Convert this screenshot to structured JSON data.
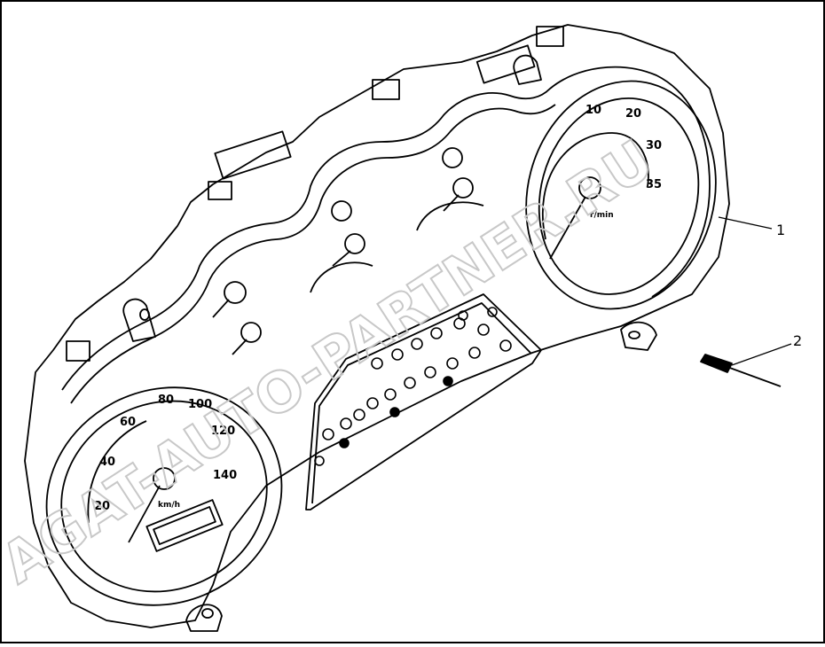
{
  "callouts": [
    {
      "label": "1"
    },
    {
      "label": "2"
    }
  ],
  "watermark": {
    "text": "AGAT-AUTO-PARTNER.RU"
  },
  "gauges": {
    "speedometer": {
      "ticks": [
        "20",
        "40",
        "60",
        "80",
        "100",
        "120",
        "140"
      ],
      "unit": "km/h"
    },
    "tachometer": {
      "ticks": [
        "10",
        "20",
        "30",
        "35"
      ],
      "unit": "r/min"
    }
  },
  "colors": {
    "line": "#000000",
    "background": "#ffffff",
    "watermark": "#c8c8c8"
  }
}
